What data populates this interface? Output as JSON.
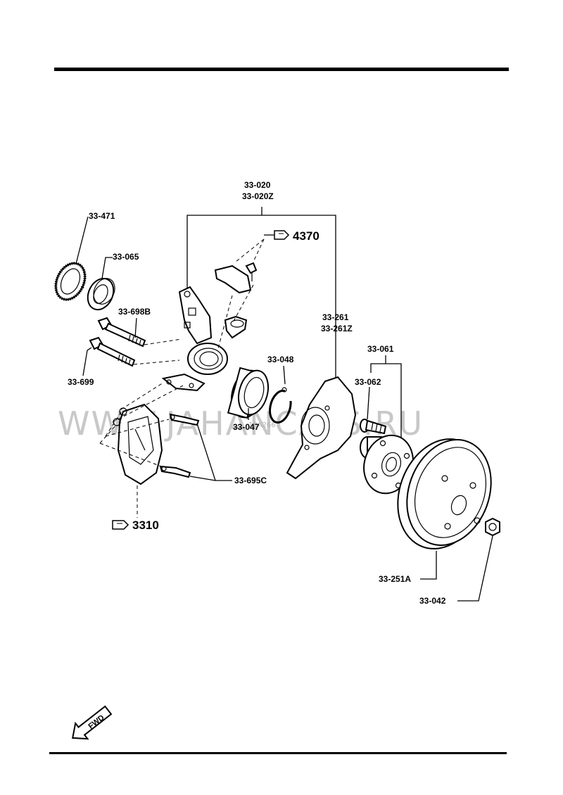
{
  "labels": {
    "knuckle": "33-020",
    "knuckle_z": "33-020Z",
    "abs_ring": "33-471",
    "seal": "33-065",
    "bolt_upper": "33-698B",
    "bolt_lower": "33-699",
    "dust_cover": "33-261",
    "dust_cover_z": "33-261Z",
    "snap_ring": "33-048",
    "bearing": "33-047",
    "hub_bolt_group": "33-061",
    "hub_bolt": "33-062",
    "pad_clips": "33-695C",
    "disc": "33-251A",
    "nut": "33-042"
  },
  "refs": {
    "upper": "4370",
    "lower": "3310"
  },
  "watermark": "WWW.JAHANCATS.RU",
  "watermark_small": "10A266",
  "fwd": "FWD"
}
